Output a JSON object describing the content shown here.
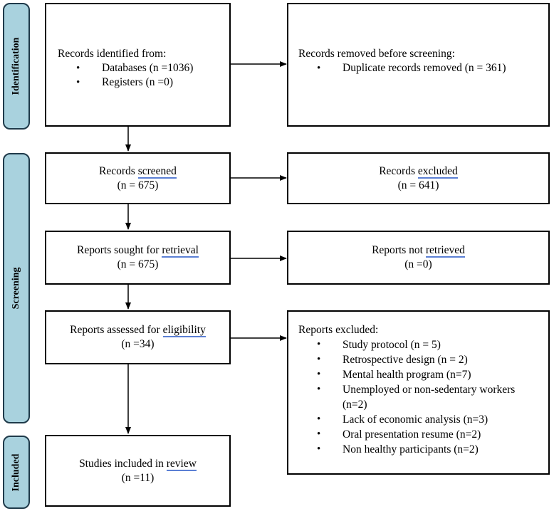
{
  "phases": {
    "identification": "Identification",
    "screening": "Screening",
    "included": "Included"
  },
  "boxes": {
    "identified": {
      "title": "Records identified from:",
      "items": [
        "Databases (n =1036)",
        "Registers (n =0)"
      ]
    },
    "removed": {
      "title": "Records removed before screening:",
      "items": [
        "Duplicate records removed (n = 361)"
      ]
    },
    "screened": {
      "prefix": "Records ",
      "underlined": "screened",
      "suffix": "",
      "count": "(n = 675)"
    },
    "excluded": {
      "prefix": "Records ",
      "underlined": "excluded",
      "suffix": "",
      "count": "(n = 641)"
    },
    "sought": {
      "prefix": "Reports sought for ",
      "underlined": "retrieval",
      "suffix": "",
      "count": "(n = 675)"
    },
    "not_retrieved": {
      "prefix": "Reports not ",
      "underlined": "retrieved",
      "suffix": "",
      "count": "(n =0)"
    },
    "assessed": {
      "prefix": "Reports assessed for ",
      "underlined": "eligibility",
      "suffix": "",
      "count": "(n =34)"
    },
    "reports_excluded": {
      "title": "Reports excluded:",
      "items": [
        "Study protocol (n = 5)",
        "Retrospective design (n = 2)",
        "Mental health program (n=7)",
        "Unemployed or non-sedentary workers",
        "(n=2)",
        "Lack of economic analysis (n=3)",
        "Oral presentation resume (n=2)",
        "Non healthy participants (n=2)"
      ]
    },
    "included": {
      "prefix": "Studies included in ",
      "underlined": "review",
      "suffix": "",
      "count": "(n =11)"
    }
  }
}
